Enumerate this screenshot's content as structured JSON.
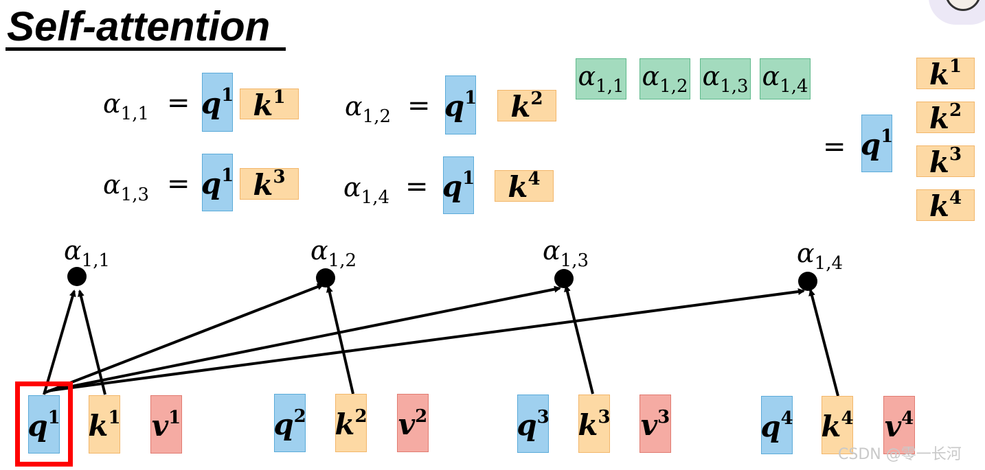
{
  "title": "Self-attention",
  "alpha_symbol": "α",
  "equation_sign": "=",
  "equations": [
    {
      "alpha": "1,1",
      "q": "1",
      "k": "1"
    },
    {
      "alpha": "1,2",
      "q": "1",
      "k": "2"
    },
    {
      "alpha": "1,3",
      "q": "1",
      "k": "3"
    },
    {
      "alpha": "1,4",
      "q": "1",
      "k": "4"
    }
  ],
  "matrix": {
    "alpha_row": [
      "1,1",
      "1,2",
      "1,3",
      "1,4"
    ],
    "q": "1",
    "k_column": [
      "1",
      "2",
      "3",
      "4"
    ]
  },
  "score_nodes": [
    "1,1",
    "1,2",
    "1,3",
    "1,4"
  ],
  "tokens": [
    {
      "q": "1",
      "k": "1",
      "v": "1",
      "highlighted": true
    },
    {
      "q": "2",
      "k": "2",
      "v": "2",
      "highlighted": false
    },
    {
      "q": "3",
      "k": "3",
      "v": "3",
      "highlighted": false
    },
    {
      "q": "4",
      "k": "4",
      "v": "4",
      "highlighted": false
    }
  ],
  "symbols": {
    "q": "q",
    "k": "k",
    "v": "v"
  },
  "colors": {
    "query": "#9fd0ef",
    "key": "#fdd9a4",
    "value": "#f5aba3",
    "attention": "#a3dbbe",
    "highlight": "#ff0000"
  },
  "watermark": "CSDN @零一长河"
}
